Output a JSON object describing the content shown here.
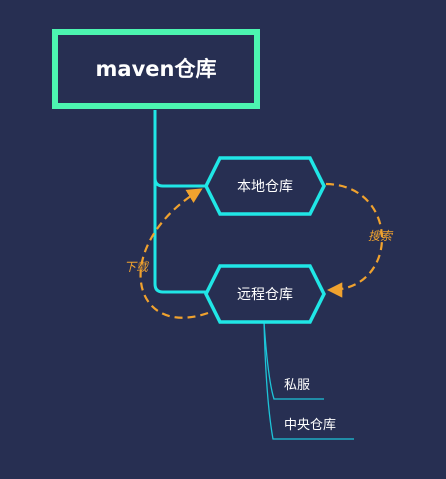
{
  "colors": {
    "background": "#272f52",
    "root_border": "#4cf5b0",
    "branch": "#20e6e6",
    "leaf_line": "#1dc4d8",
    "arrow": "#f0a22e",
    "text": "#ffffff"
  },
  "root": {
    "label": "maven仓库"
  },
  "nodes": [
    {
      "id": "local",
      "label": "本地仓库"
    },
    {
      "id": "remote",
      "label": "远程仓库"
    }
  ],
  "leaves": [
    {
      "label": "私服"
    },
    {
      "label": "中央仓库"
    }
  ],
  "relations": [
    {
      "from": "remote",
      "to": "local",
      "label": "下载"
    },
    {
      "from": "local",
      "to": "remote",
      "label": "搜索"
    }
  ]
}
